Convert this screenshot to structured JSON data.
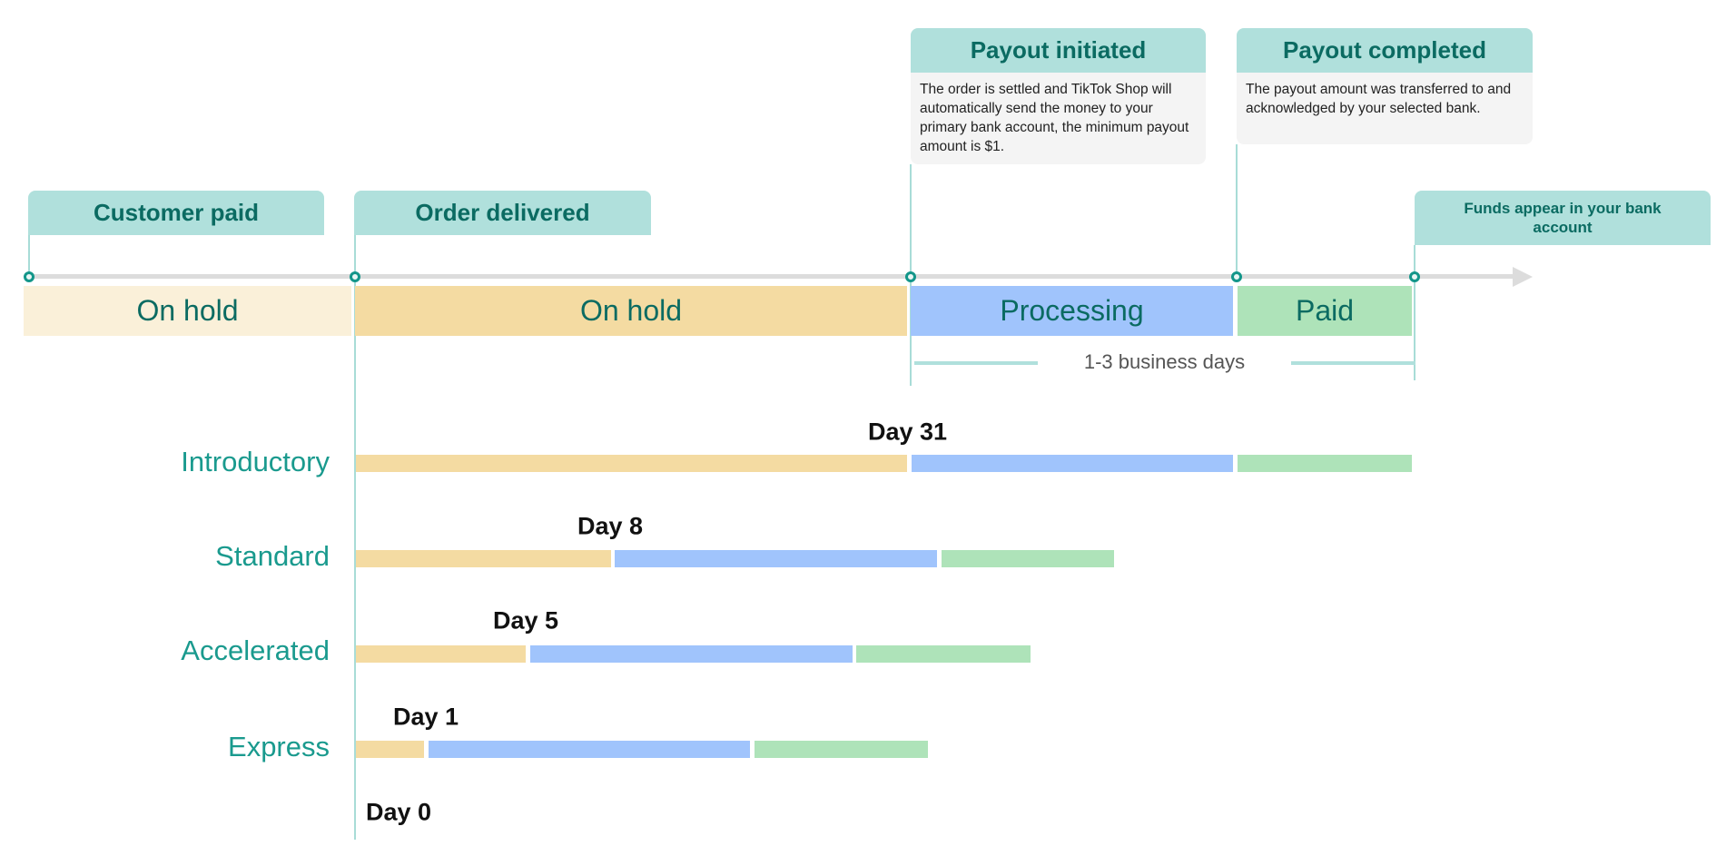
{
  "milestones": {
    "customer_paid": "Customer paid",
    "order_delivered": "Order delivered",
    "payout_initiated": {
      "title": "Payout initiated",
      "description": "The order is settled and TikTok Shop will automatically send the money to your primary bank account, the minimum payout amount is $1."
    },
    "payout_completed": {
      "title": "Payout completed",
      "description": "The payout amount was transferred to and acknowledged by your selected bank."
    },
    "funds_appear": "Funds appear in your bank account"
  },
  "stages": [
    "On hold",
    "On hold",
    "Processing",
    "Paid"
  ],
  "duration_note": "1-3 business days",
  "tiers": [
    {
      "name": "Introductory",
      "day": "Day 31"
    },
    {
      "name": "Standard",
      "day": "Day 8"
    },
    {
      "name": "Accelerated",
      "day": "Day 5"
    },
    {
      "name": "Express",
      "day": "Day 1"
    }
  ],
  "start_day": "Day 0",
  "colors": {
    "teal": "#b0e0dc",
    "on_hold": "#f4dba2",
    "processing": "#a0c4fc",
    "paid": "#aee3b9"
  }
}
